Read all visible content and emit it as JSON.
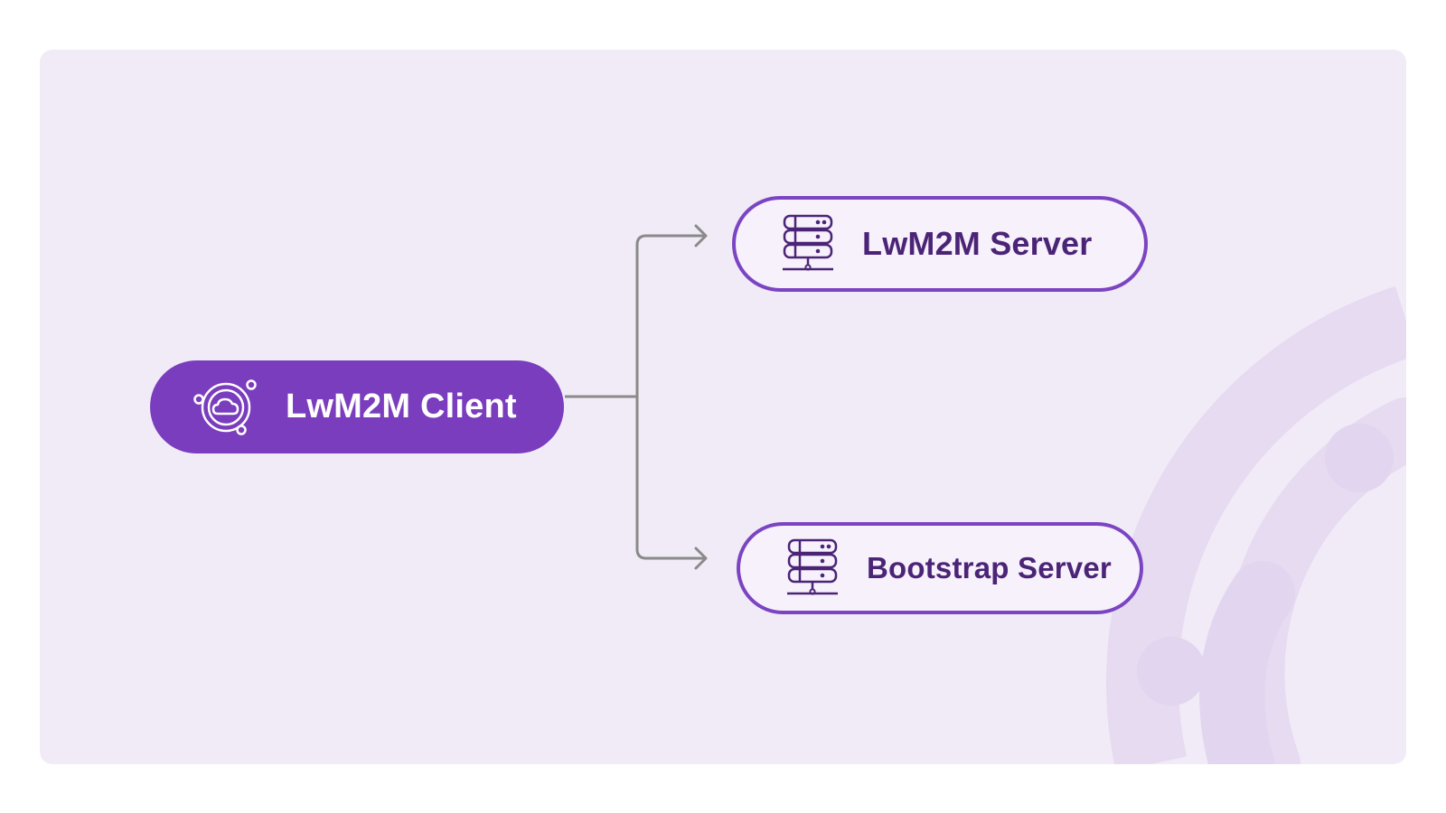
{
  "diagram": {
    "nodes": {
      "client": {
        "label": "LwM2M Client",
        "icon": "cloud-orbit-icon"
      },
      "server": {
        "label": "LwM2M Server",
        "icon": "server-rack-icon"
      },
      "bootstrap": {
        "label": "Bootstrap Server",
        "icon": "server-rack-icon"
      }
    },
    "edges": [
      {
        "from": "client",
        "to": "server"
      },
      {
        "from": "client",
        "to": "bootstrap"
      }
    ],
    "colors": {
      "canvas_bg": "#f1ebf7",
      "client_fill": "#7a3dbd",
      "server_border": "#7b44c2",
      "server_text": "#4b2477",
      "connector": "#8a8a8a",
      "decor": "#e6dbf1"
    }
  }
}
